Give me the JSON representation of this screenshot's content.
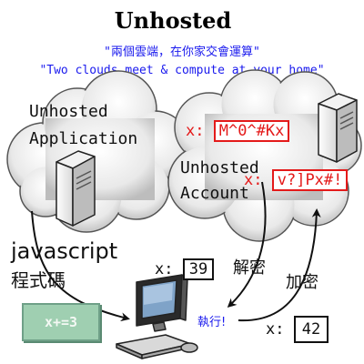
{
  "title": "Unhosted",
  "subtitle_cn": "\"兩個雲端，在你家交會運算\"",
  "subtitle_en": "\"Two clouds meet & compute at your home\"",
  "left_cloud": {
    "label_line1": "Unhosted",
    "label_line2": "Application"
  },
  "right_cloud": {
    "label_line1": "Unhosted",
    "label_line2": "Account",
    "data1_prefix": "x:",
    "data1_value": "M^0^#Kx",
    "data2_prefix": "x:",
    "data2_value": "v?]Px#!"
  },
  "javascript_label": "javascript",
  "javascript_cn": "程式碼",
  "code_snippet": "x+=3",
  "decrypt_label": "解密",
  "encrypt_label": "加密",
  "execute_label": "執行!",
  "local_value_in": {
    "prefix": "x:",
    "value": "39"
  },
  "local_value_out": {
    "prefix": "x:",
    "value": "42"
  }
}
